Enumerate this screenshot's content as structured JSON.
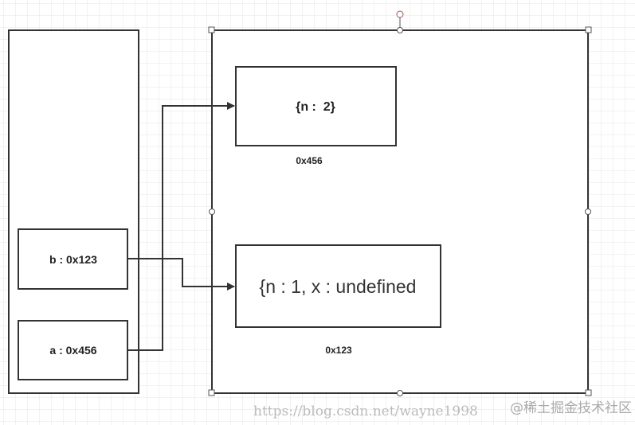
{
  "stack": {
    "b_label": "b : 0x123",
    "a_label": "a : 0x456"
  },
  "heap": {
    "obj_top_text": "{n :  2}",
    "obj_top_address": "0x456",
    "obj_bottom_text": "{n : 1, x : undefined",
    "obj_bottom_address": "0x123"
  },
  "watermark": {
    "url": "https://blog.csdn.net/wayne1998",
    "site": "@稀土掘金技术社区"
  },
  "colors": {
    "stroke": "#333333",
    "grid": "#e6e6e6",
    "handle": "#b05050"
  }
}
